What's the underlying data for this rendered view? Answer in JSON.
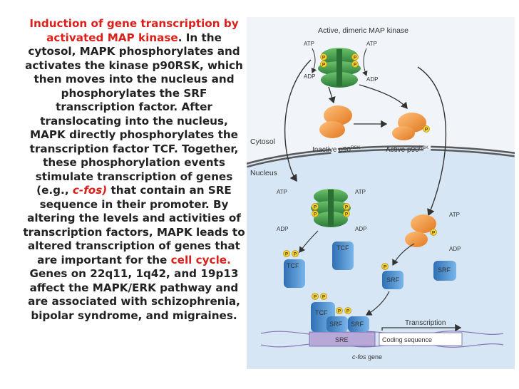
{
  "text": {
    "heading": "Induction of gene  transcription by activated MAP kinase",
    "p1": ". In the cytosol, MAPK phosphorylates and activates the kinase p90RSK, which then moves into the nucleus and phosphorylates the SRF transcription factor. After translocating into the nucleus, MAPK directly phosphorylates the transcription factor TCF. Together, these phosphorylation events stimulate transcription of genes (e.g., ",
    "gene_italic": "c-fos)",
    "p2": " that contain an SRE sequence in their promoter. By altering the levels and activities of transcription factors, MAPK leads to altered transcription of genes that are important for the ",
    "cell_cycle": "cell cycle.",
    "p3": " Genes on 22q11, 1q42, and 19p13 affect the MAPK/ERK pathway and are associated with schizophrenia, bipolar syndrome, and migraines."
  },
  "diagram": {
    "title": "Active, dimeric MAP kinase",
    "atp": "ATP",
    "adp": "ADP",
    "p": "P",
    "inactive": "Inactive p90",
    "active": "Active p90",
    "rsk": "RSK",
    "cytosol": "Cytosol",
    "nucleus": "Nucleus",
    "tcf": "TCF",
    "srf": "SRF",
    "sre": "SRE",
    "transcription": "Transcription",
    "coding": "Coding sequence",
    "gene_prefix": "c-fos",
    "gene_suffix": " gene"
  },
  "colors": {
    "heading_red": "#d9201a",
    "green_kinase": "#3a9a4a",
    "orange_rsk": "#f0923a",
    "blue_factor": "#3f86c8",
    "dna_purple": "#b7a8d8",
    "phosphate_yellow": "#f6d23a",
    "nucleus_blue": "#d7e6f5"
  }
}
